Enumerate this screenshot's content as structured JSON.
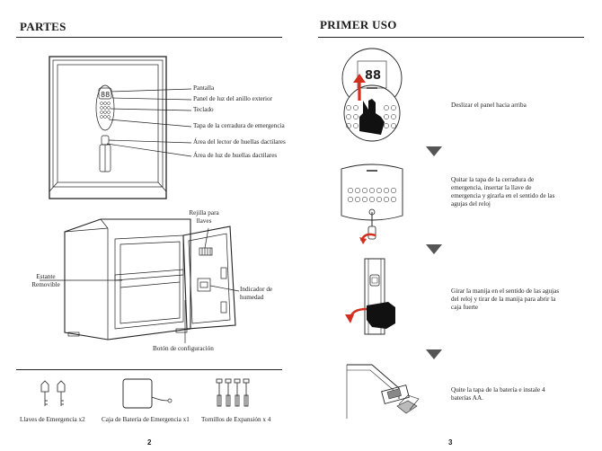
{
  "left": {
    "title": "PARTES",
    "page_number": "2",
    "front_labels": [
      "Pantalla",
      "Panel de luz del anillo exterior",
      "Teclado",
      "Tapa de la cerradura de emergencia",
      "Área del lector de huellas dactilares",
      "Área de luz de huellas dactilares"
    ],
    "open_labels": {
      "key_grille": "Rejilla para llaves",
      "shelf": "Estante Removible",
      "humidity": "Indicador de humedad",
      "config_button": "Botón de configuración"
    },
    "accessories": [
      "Llaves de Emergencia x2",
      "Caja de Batería de Emergencia x1",
      "Tornillos de Expansión x 4"
    ]
  },
  "right": {
    "title": "PRIMER USO",
    "page_number": "3",
    "display_digits": "88",
    "steps": [
      "Deslizar el panel hacia arriba",
      "Quitar la tapa de la cerradura de emergencia, insertar la llave de emergencia y girarla en el sentido de las agujas del reloj",
      "Girar la manija en el sentido de las agujas del reloj y tirar de la manija para abrir la caja fuerte",
      "Quite la tapa de la batería e instale 4 baterías AA."
    ]
  },
  "colors": {
    "accent_red": "#d32f1f",
    "ink": "#1a1a1a",
    "arrow_gray": "#555555"
  }
}
